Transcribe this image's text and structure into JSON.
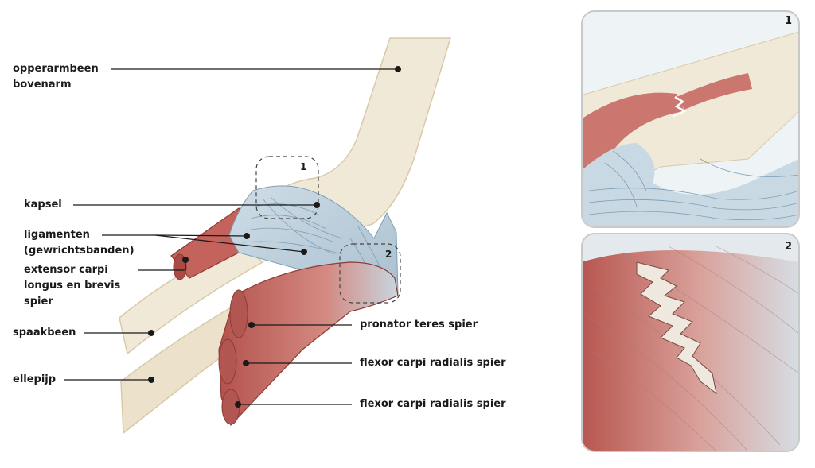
{
  "labels": {
    "opperarmbeen": "opperarmbeen",
    "bovenarm": "bovenarm",
    "kapsel": "kapsel",
    "ligamenten": "ligamenten",
    "gewrichtsbanden": "(gewrichtsbanden)",
    "extensor_1": "extensor carpi",
    "extensor_2": "longus en brevis",
    "extensor_3": "spier",
    "spaakbeen": "spaakbeen",
    "ellepijp": "ellepijp",
    "pronator": "pronator teres spier",
    "flexor_1": "flexor carpi radialis spier",
    "flexor_2": "flexor carpi radialis spier"
  },
  "zones": {
    "zone1": "1",
    "zone2": "2"
  },
  "insets": {
    "inset1": "1",
    "inset2": "2"
  },
  "colors": {
    "bone": "#f1e9d8",
    "bone_outline": "#d8c9a8",
    "muscle": "#c4625c",
    "muscle_dark": "#8f3a36",
    "ligament": "#b9ccd8",
    "ligament_line": "#7f9fb5",
    "leader": "#1a1a1a"
  }
}
